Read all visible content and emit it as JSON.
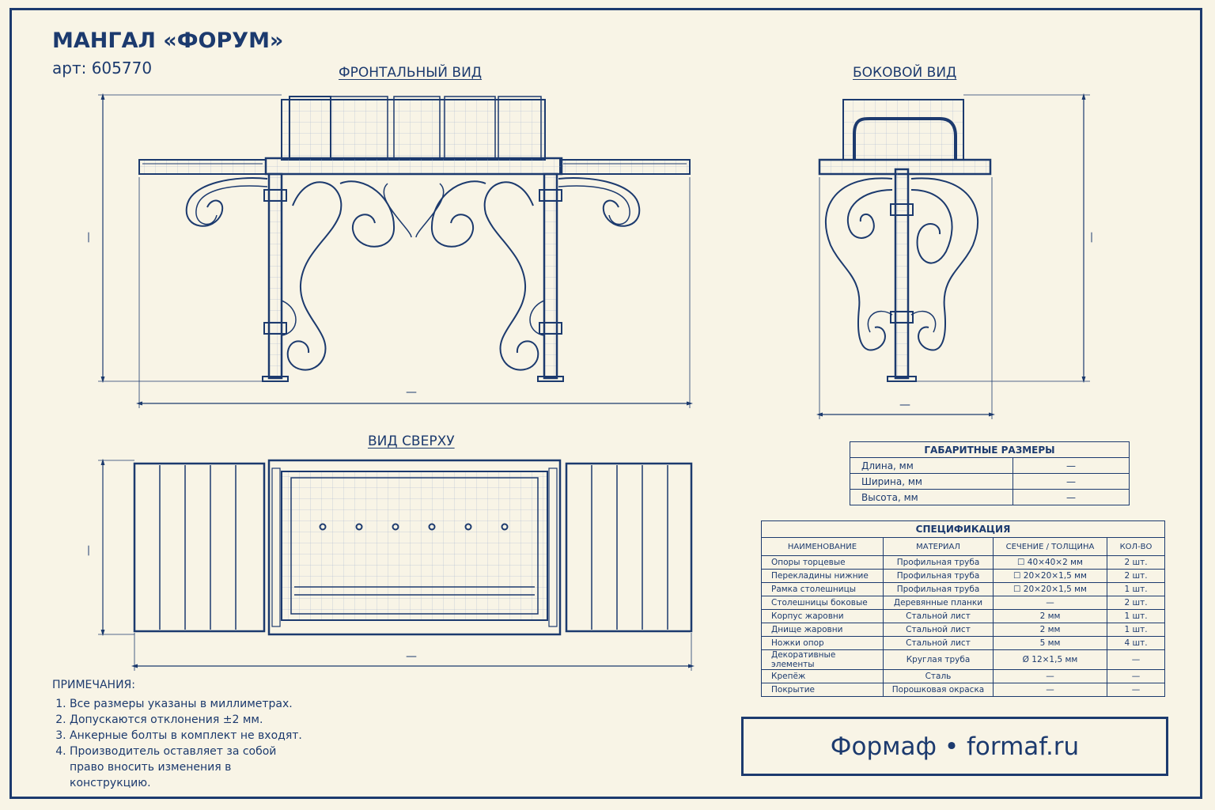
{
  "header": {
    "title": "МАНГАЛ «ФОРУМ»",
    "article": "арт: 605770"
  },
  "views": {
    "front": "ФРОНТАЛЬНЫЙ ВИД",
    "side": "БОКОВОЙ ВИД",
    "top": "ВИД СВЕРХУ"
  },
  "dimension_marks": {
    "front_width": "—",
    "front_height": "—",
    "side_width": "—",
    "side_height": "—",
    "top_width": "—",
    "top_height": "—"
  },
  "dims_table": {
    "title": "ГАБАРИТНЫЕ РАЗМЕРЫ",
    "rows": [
      {
        "label": "Длина, мм",
        "value": "—"
      },
      {
        "label": "Ширина, мм",
        "value": "—"
      },
      {
        "label": "Высота, мм",
        "value": "—"
      }
    ]
  },
  "spec_table": {
    "title": "СПЕЦИФИКАЦИЯ",
    "columns": [
      "НАИМЕНОВАНИЕ",
      "МАТЕРИАЛ",
      "СЕЧЕНИЕ / ТОЛЩИНА",
      "КОЛ-ВО"
    ],
    "rows": [
      [
        "Опоры торцевые",
        "Профильная труба",
        "☐ 40×40×2 мм",
        "2 шт."
      ],
      [
        "Перекладины нижние",
        "Профильная труба",
        "☐ 20×20×1,5 мм",
        "2 шт."
      ],
      [
        "Рамка столешницы",
        "Профильная труба",
        "☐ 20×20×1,5 мм",
        "1 шт."
      ],
      [
        "Столешницы боковые",
        "Деревянные планки",
        "—",
        "2 шт."
      ],
      [
        "Корпус жаровни",
        "Стальной лист",
        "2 мм",
        "1 шт."
      ],
      [
        "Днище жаровни",
        "Стальной лист",
        "2 мм",
        "1 шт."
      ],
      [
        "Ножки опор",
        "Стальной лист",
        "5 мм",
        "4 шт."
      ],
      [
        "Декоративные элементы",
        "Круглая труба",
        "Ø 12×1,5 мм",
        "—"
      ],
      [
        "Крепёж",
        "Сталь",
        "—",
        "—"
      ],
      [
        "Покрытие",
        "Порошковая окраска",
        "—",
        "—"
      ]
    ]
  },
  "notes": {
    "title": "ПРИМЕЧАНИЯ:",
    "items": [
      "Все размеры указаны в миллиметрах.",
      "Допускаются отклонения ±2 мм.",
      "Анкерные болты в комплект не входят.",
      "Производитель оставляет за собой право вносить изменения в конструкцию."
    ]
  },
  "brand": "Формаф • formaf.ru",
  "colors": {
    "ink": "#1c3a6e",
    "paper": "#f8f4e6"
  }
}
